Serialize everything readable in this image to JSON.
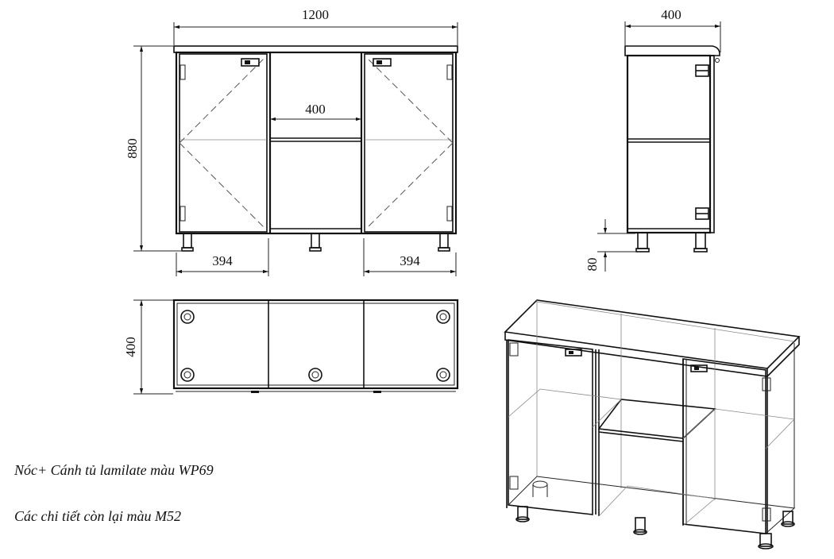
{
  "dimensions": {
    "front_width": "1200",
    "front_height": "880",
    "front_inner_shelf": "400",
    "front_left_door": "394",
    "front_right_door": "394",
    "side_depth": "400",
    "side_leg_height": "80",
    "top_depth": "400"
  },
  "notes": {
    "line1": "Nóc+ Cánh tủ lamilate màu WP69",
    "line2": "Các chi tiết còn lại màu M52"
  }
}
